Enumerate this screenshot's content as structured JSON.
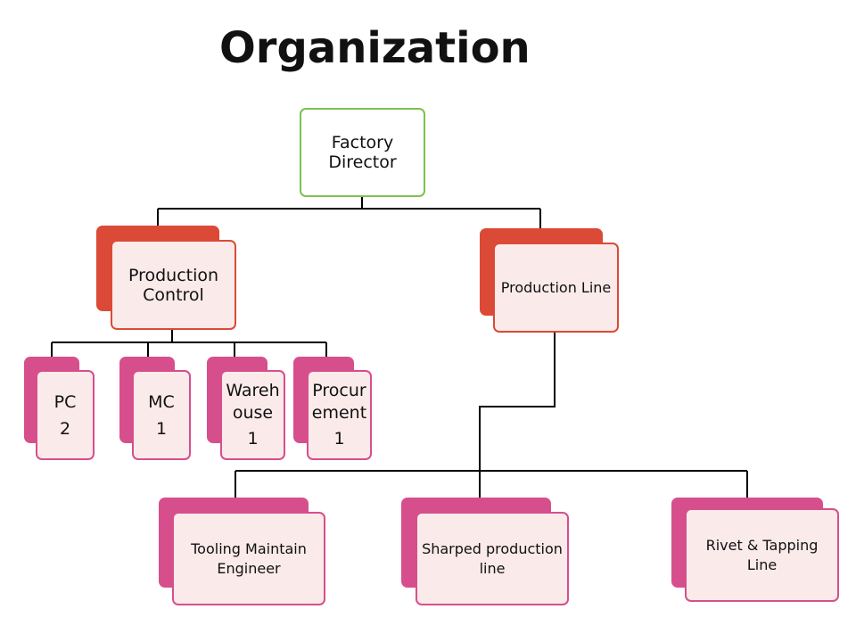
{
  "title": "Organization",
  "colors": {
    "director_border": "#7dc24b",
    "red_accent": "#db4a37",
    "pink_accent": "#d64f8c",
    "card_fill": "#fbeaea",
    "connector": "#000000"
  },
  "nodes": {
    "factory_director": {
      "lines": [
        "Factory",
        "Director"
      ]
    },
    "production_control": {
      "lines": [
        "Production",
        "Control"
      ]
    },
    "production_line": {
      "lines": [
        "Production Line"
      ]
    },
    "pc": {
      "lines": [
        "PC",
        "2"
      ]
    },
    "mc": {
      "lines": [
        "MC",
        "1"
      ]
    },
    "warehouse": {
      "lines": [
        "Wareh",
        "ouse",
        "1"
      ]
    },
    "procurement": {
      "lines": [
        "Procur",
        "ement",
        "1"
      ]
    },
    "tooling": {
      "lines": [
        "Tooling Maintain",
        "Engineer"
      ]
    },
    "sharped": {
      "lines": [
        "Sharped production",
        "line"
      ]
    },
    "rivet": {
      "lines": [
        "Rivet & Tapping",
        "Line"
      ]
    }
  }
}
